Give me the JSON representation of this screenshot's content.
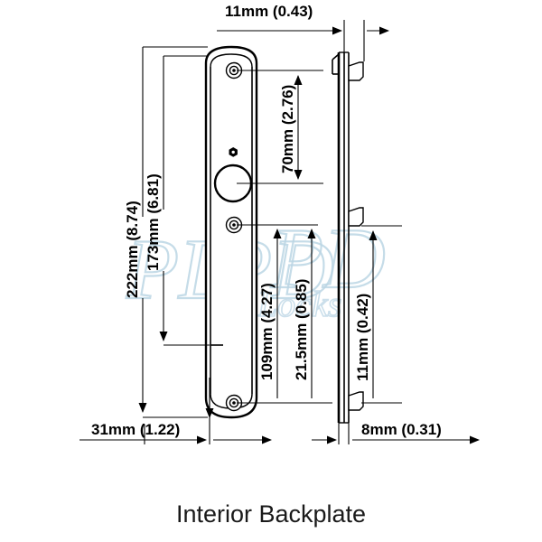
{
  "drawing": {
    "caption": "Interior Backplate",
    "watermark_primary": "PD",
    "watermark_secondary": "Locks",
    "line_color": "#000000",
    "background_color": "#ffffff",
    "watermark_color": "#bcd6e4"
  },
  "dimensions": {
    "top_width": "11mm (0.43)",
    "plate_height_overall": "222mm (8.74)",
    "plate_height_inner": "173mm (6.81)",
    "upper_spacing": "70mm (2.76)",
    "lower_span": "109mm (4.27)",
    "small_offset": "21.5mm (0.85)",
    "boss_spacing": "11mm (0.42)",
    "plate_width": "31mm (1.22)",
    "plate_thickness": "8mm (0.31)"
  },
  "labels": {
    "d_top_width": "11mm (0.43)",
    "d_222": "222mm (8.74)",
    "d_173": "173mm (6.81)",
    "d_70": "70mm (2.76)",
    "d_109": "109mm (4.27)",
    "d_215": "21.5mm (0.85)",
    "d_11": "11mm (0.42)",
    "d_31": "31mm (1.22)",
    "d_8": "8mm (0.31)"
  },
  "features": {
    "screw_hole_top": "screw-hole",
    "screw_hole_upper_mid": "screw-hole",
    "screw_hole_bottom": "screw-hole",
    "spindle_hole": "spindle-hole",
    "hex_detail": "hex-nut"
  }
}
